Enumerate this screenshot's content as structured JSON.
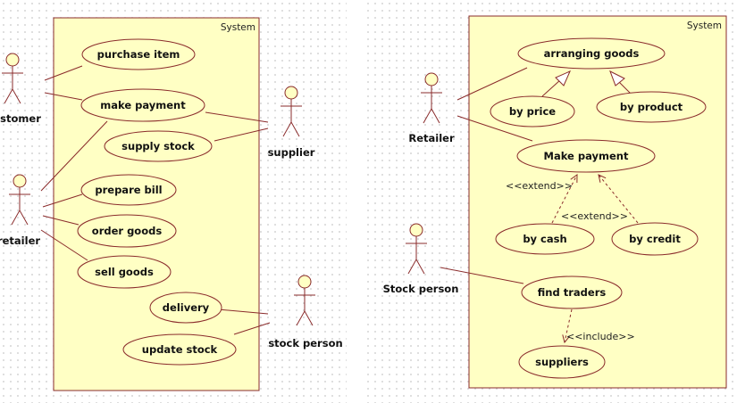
{
  "diagrams": [
    {
      "system_label": "System",
      "use_cases": {
        "purchase_item": "purchase item",
        "make_payment": "make payment",
        "supply_stock": "supply stock",
        "prepare_bill": "prepare bill",
        "order_goods": "order goods",
        "sell_goods": "sell goods",
        "delivery": "delivery",
        "update_stock": "update stock"
      },
      "actors": {
        "customer": "ustomer",
        "retailer": "retailer",
        "supplier": "supplier",
        "stock_person": "stock person"
      }
    },
    {
      "system_label": "System",
      "use_cases": {
        "arranging_goods": "arranging goods",
        "by_price": "by price",
        "by_product": "by product",
        "make_payment": "Make payment",
        "by_cash": "by cash",
        "by_credit": "by credit",
        "find_traders": "find traders",
        "suppliers": "suppliers"
      },
      "actors": {
        "retailer": "Retailer",
        "stock_person": "Stock person"
      },
      "stereotypes": {
        "extend_cash": "<<extend>>",
        "extend_credit": "<<extend>>",
        "include": "<<include>>"
      }
    }
  ],
  "colors": {
    "system_fill": "#ffffc4",
    "system_border": "#8a2b2b",
    "use_case_fill": "#ffffc4",
    "use_case_border": "#8a2b2b",
    "actor_stroke": "#8a2b2b",
    "line": "#8a2b2b"
  }
}
